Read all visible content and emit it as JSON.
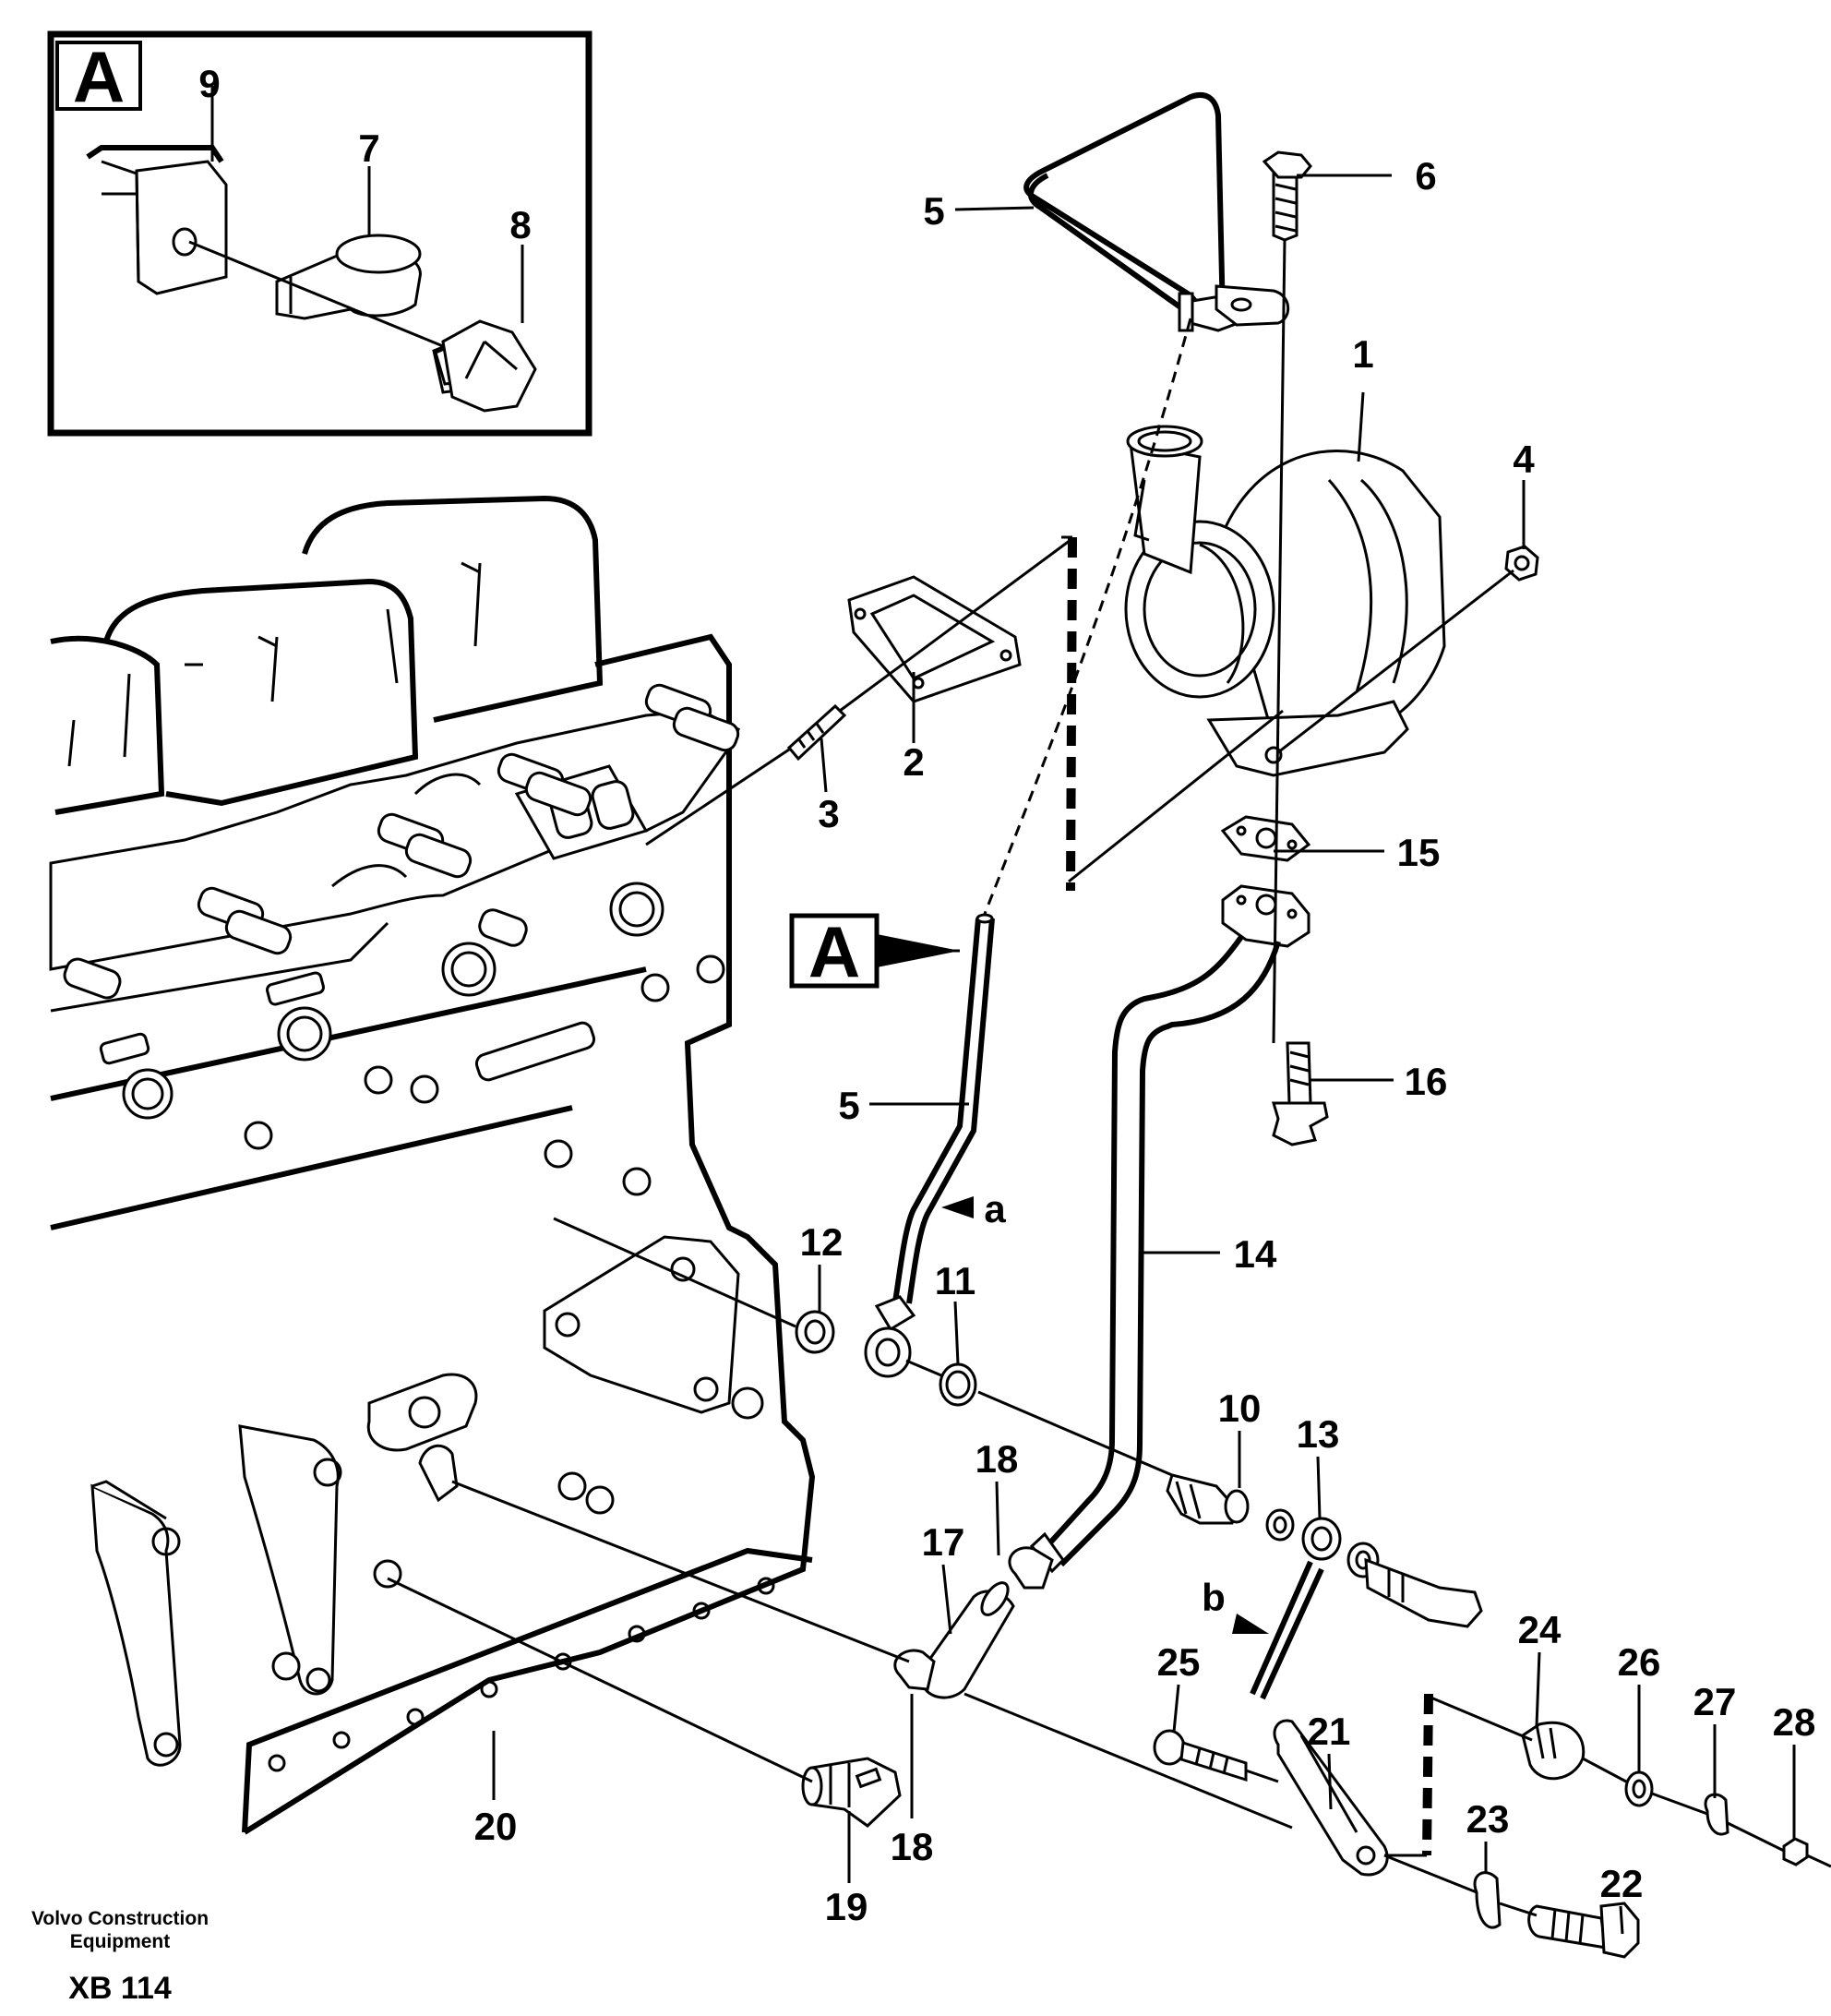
{
  "view_label": "A",
  "callouts": {
    "c1": "1",
    "c2": "2",
    "c3": "3",
    "c4": "4",
    "c5_top": "5",
    "c5_bottom": "5",
    "c6": "6",
    "c7": "7",
    "c8": "8",
    "c9": "9",
    "c10": "10",
    "c11": "11",
    "c12": "12",
    "c13": "13",
    "c14": "14",
    "c15": "15",
    "c16": "16",
    "c17": "17",
    "c18_top": "18",
    "c18_bottom": "18",
    "c19": "19",
    "c20": "20",
    "c21": "21",
    "c22": "22",
    "c23": "23",
    "c24": "24",
    "c25": "25",
    "c26": "26",
    "c27": "27",
    "c28": "28",
    "ca": "a",
    "cb": "b"
  },
  "footer": {
    "company_line1": "Volvo Construction",
    "company_line2": "Equipment",
    "drawing_code": "XB 114"
  }
}
